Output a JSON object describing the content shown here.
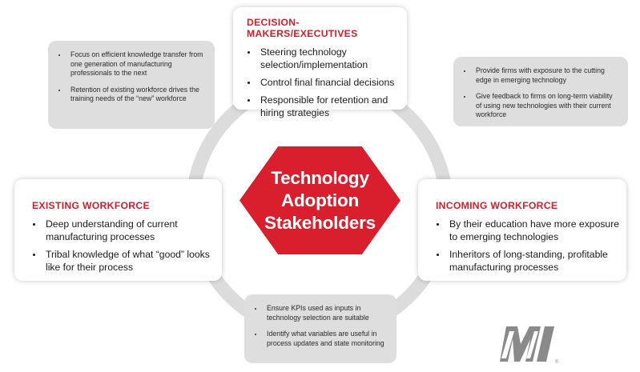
{
  "center": {
    "lines": [
      "Technology",
      "Adoption",
      "Stakeholders"
    ]
  },
  "decision_makers": {
    "title": "DECISION-MAKERS/EXECUTIVES",
    "items": [
      "Steering technology selection/implementation",
      "Control final financial decisions",
      "Responsible for retention and hiring strategies"
    ]
  },
  "existing_workforce": {
    "title": "EXISTING WORKFORCE",
    "items": [
      "Deep understanding of current manufacturing processes",
      "Tribal knowledge of what “good” looks like for their process"
    ]
  },
  "incoming_workforce": {
    "title": "INCOMING WORKFORCE",
    "items": [
      "By their education have more exposure to emerging technologies",
      "Inheritors of long-standing, profitable manufacturing processes"
    ]
  },
  "note_top_left": {
    "items": [
      "Focus on efficient knowledge transfer from one generation of manufacturing professionals to the next",
      "Retention of existing workforce drives the training needs of the “new” workforce"
    ]
  },
  "note_top_right": {
    "items": [
      "Provide firms with exposure to the cutting edge in emerging technology",
      "Give feedback to firms on long-term viability of using new technologies with their current workforce"
    ]
  },
  "note_bottom": {
    "items": [
      "Ensure KPIs used as inputs in technology selection are suitable",
      "Identify what variables are useful in process updates and state monitoring"
    ]
  },
  "logo": {
    "text": "MI",
    "color": "#8a8a8a"
  },
  "colors": {
    "accent": "#d91f2e",
    "ring": "#dcdcdc",
    "note_bg": "#dedede"
  }
}
